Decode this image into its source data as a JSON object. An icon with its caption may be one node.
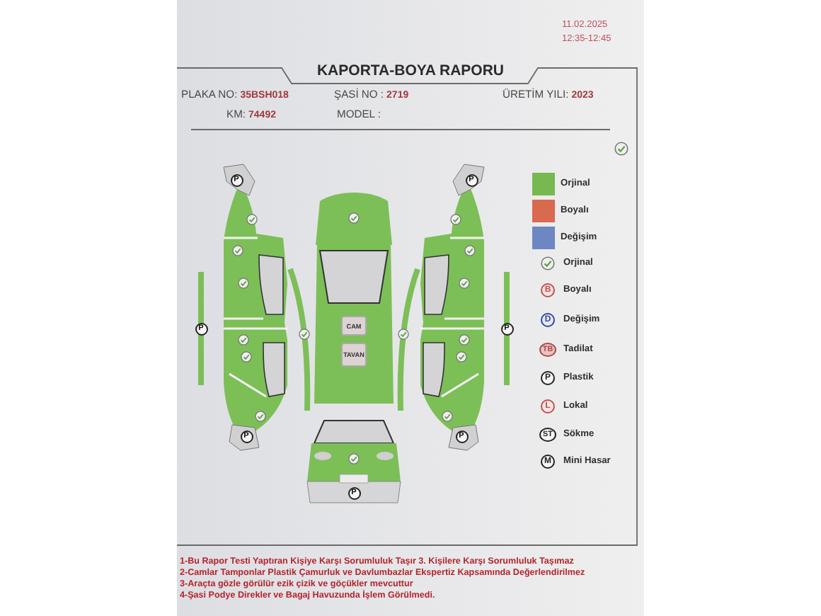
{
  "diagram": {
    "title": "KAPORTA-BOYA RAPORU",
    "nodes": [
      {
        "text": [
          "P"
        ]
      },
      {
        "text": [
          "P"
        ]
      },
      {
        "text": [
          "P"
        ]
      },
      {
        "text": [
          "CAM"
        ]
      },
      {
        "text": [
          "P"
        ]
      },
      {
        "text": [
          "TAVAN"
        ]
      },
      {
        "text": [
          "P"
        ]
      },
      {
        "text": [
          "P"
        ]
      },
      {
        "text": [
          "P"
        ]
      }
    ],
    "edges": [],
    "labels": [
      "11.02.2025",
      "12:35-12:45",
      "PLAKA NO:",
      "35BSH018",
      "ŞASİ NO :",
      "2719",
      "ÜRETİM YILI:",
      "2023",
      "KM:",
      "74492",
      "MODEL :",
      "B",
      "D",
      "TB",
      "P",
      "L",
      "ST",
      "M",
      "1-Bu Rapor Testi Yaptıran Kişiye Karşı Sorumluluk Taşır 3. Kişilere Karşı Sorumluluk Taşımaz",
      "2-Camlar Tamponlar Plastik Çamurluk ve Davlumbazlar Ekspertiz Kapsamında Değerlendirilmez",
      "3-Araçta gözle görülür ezik çizik ve göçükler mevcuttur",
      "4-Şasi Podye Direkler ve Bagaj Havuzunda İşlem Görülmedi."
    ],
    "legend": [
      {
        "text": "Orjinal",
        "color": "#77b84f"
      },
      {
        "text": "Boyalı",
        "color": "#d9694f"
      },
      {
        "text": "Değişim",
        "color": "#6d87c2"
      },
      {
        "text": "Orjinal"
      },
      {
        "text": "Boyalı"
      },
      {
        "text": "Değişim"
      },
      {
        "text": "Tadilat"
      },
      {
        "text": "Plastik"
      },
      {
        "text": "Lokal"
      },
      {
        "text": "Sökme"
      },
      {
        "text": "Mini Hasar"
      }
    ]
  }
}
